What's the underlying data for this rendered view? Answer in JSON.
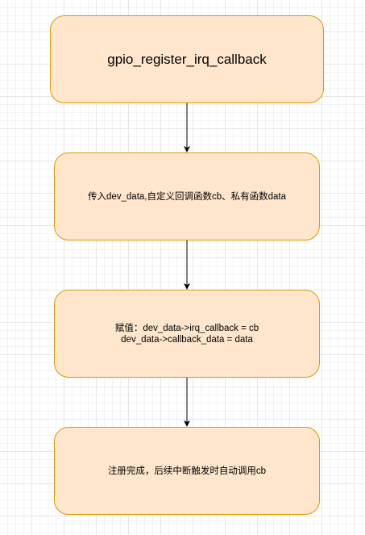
{
  "diagram": {
    "nodes": [
      {
        "id": "n1",
        "label": "gpio_register_irq_callback"
      },
      {
        "id": "n2",
        "label": "传入dev_data,自定义回调函数cb、私有函数data"
      },
      {
        "id": "n3",
        "label": "赋值：dev_data->irq_callback = cb\ndev_data->callback_data = data"
      },
      {
        "id": "n4",
        "label": "注册完成，后续中断触发时自动调用cb"
      }
    ],
    "edges": [
      {
        "from": "n1",
        "to": "n2"
      },
      {
        "from": "n2",
        "to": "n3"
      },
      {
        "from": "n3",
        "to": "n4"
      }
    ],
    "colors": {
      "node_fill": "#ffe6cc",
      "node_stroke": "#d79b00",
      "edge": "#000000"
    }
  }
}
